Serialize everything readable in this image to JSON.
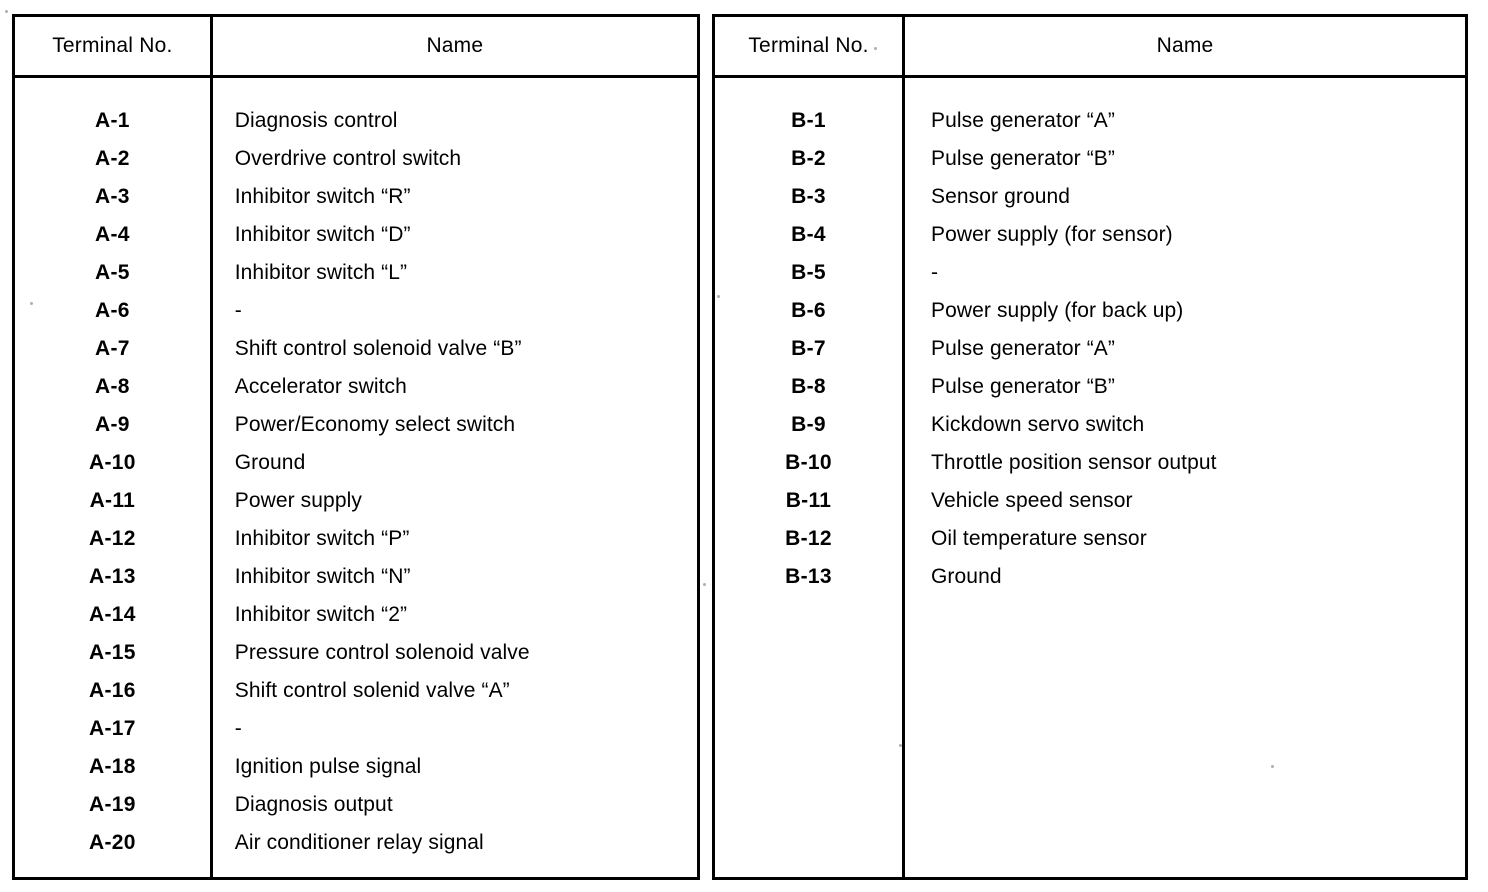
{
  "document": {
    "type": "terminal-assignment-table",
    "headers": {
      "terminal_no": "Terminal No.",
      "name": "Name"
    }
  },
  "table": {
    "left": {
      "headers": {
        "terminal_no": "Terminal No.",
        "name": "Name"
      },
      "rows": [
        {
          "terminal": "A-1",
          "name": "Diagnosis control"
        },
        {
          "terminal": "A-2",
          "name": "Overdrive control switch"
        },
        {
          "terminal": "A-3",
          "name": "Inhibitor switch “R”"
        },
        {
          "terminal": "A-4",
          "name": "Inhibitor switch “D”"
        },
        {
          "terminal": "A-5",
          "name": "Inhibitor switch “L”"
        },
        {
          "terminal": "A-6",
          "name": "-"
        },
        {
          "terminal": "A-7",
          "name": "Shift control solenoid valve “B”"
        },
        {
          "terminal": "A-8",
          "name": "Accelerator switch"
        },
        {
          "terminal": "A-9",
          "name": "Power/Economy select switch"
        },
        {
          "terminal": "A-10",
          "name": "Ground"
        },
        {
          "terminal": "A-11",
          "name": "Power supply"
        },
        {
          "terminal": "A-12",
          "name": "Inhibitor switch “P”"
        },
        {
          "terminal": "A-13",
          "name": "Inhibitor switch “N”"
        },
        {
          "terminal": "A-14",
          "name": "Inhibitor switch “2”"
        },
        {
          "terminal": "A-15",
          "name": "Pressure control solenoid valve"
        },
        {
          "terminal": "A-16",
          "name": "Shift control solenid valve “A”"
        },
        {
          "terminal": "A-17",
          "name": "-"
        },
        {
          "terminal": "A-18",
          "name": "Ignition pulse signal"
        },
        {
          "terminal": "A-19",
          "name": "Diagnosis output"
        },
        {
          "terminal": "A-20",
          "name": "Air conditioner relay signal"
        }
      ]
    },
    "right": {
      "headers": {
        "terminal_no": "Terminal No.",
        "name": "Name"
      },
      "rows": [
        {
          "terminal": "B-1",
          "name": "Pulse generator “A”"
        },
        {
          "terminal": "B-2",
          "name": "Pulse generator “B”"
        },
        {
          "terminal": "B-3",
          "name": "Sensor ground"
        },
        {
          "terminal": "B-4",
          "name": "Power supply (for sensor)"
        },
        {
          "terminal": "B-5",
          "name": "-"
        },
        {
          "terminal": "B-6",
          "name": "Power supply (for back up)"
        },
        {
          "terminal": "B-7",
          "name": "Pulse generator “A”"
        },
        {
          "terminal": "B-8",
          "name": "Pulse generator “B”"
        },
        {
          "terminal": "B-9",
          "name": "Kickdown servo switch"
        },
        {
          "terminal": "B-10",
          "name": "Throttle position sensor output"
        },
        {
          "terminal": "B-11",
          "name": "Vehicle speed sensor"
        },
        {
          "terminal": "B-12",
          "name": "Oil temperature sensor"
        },
        {
          "terminal": "B-13",
          "name": "Ground"
        }
      ]
    }
  }
}
